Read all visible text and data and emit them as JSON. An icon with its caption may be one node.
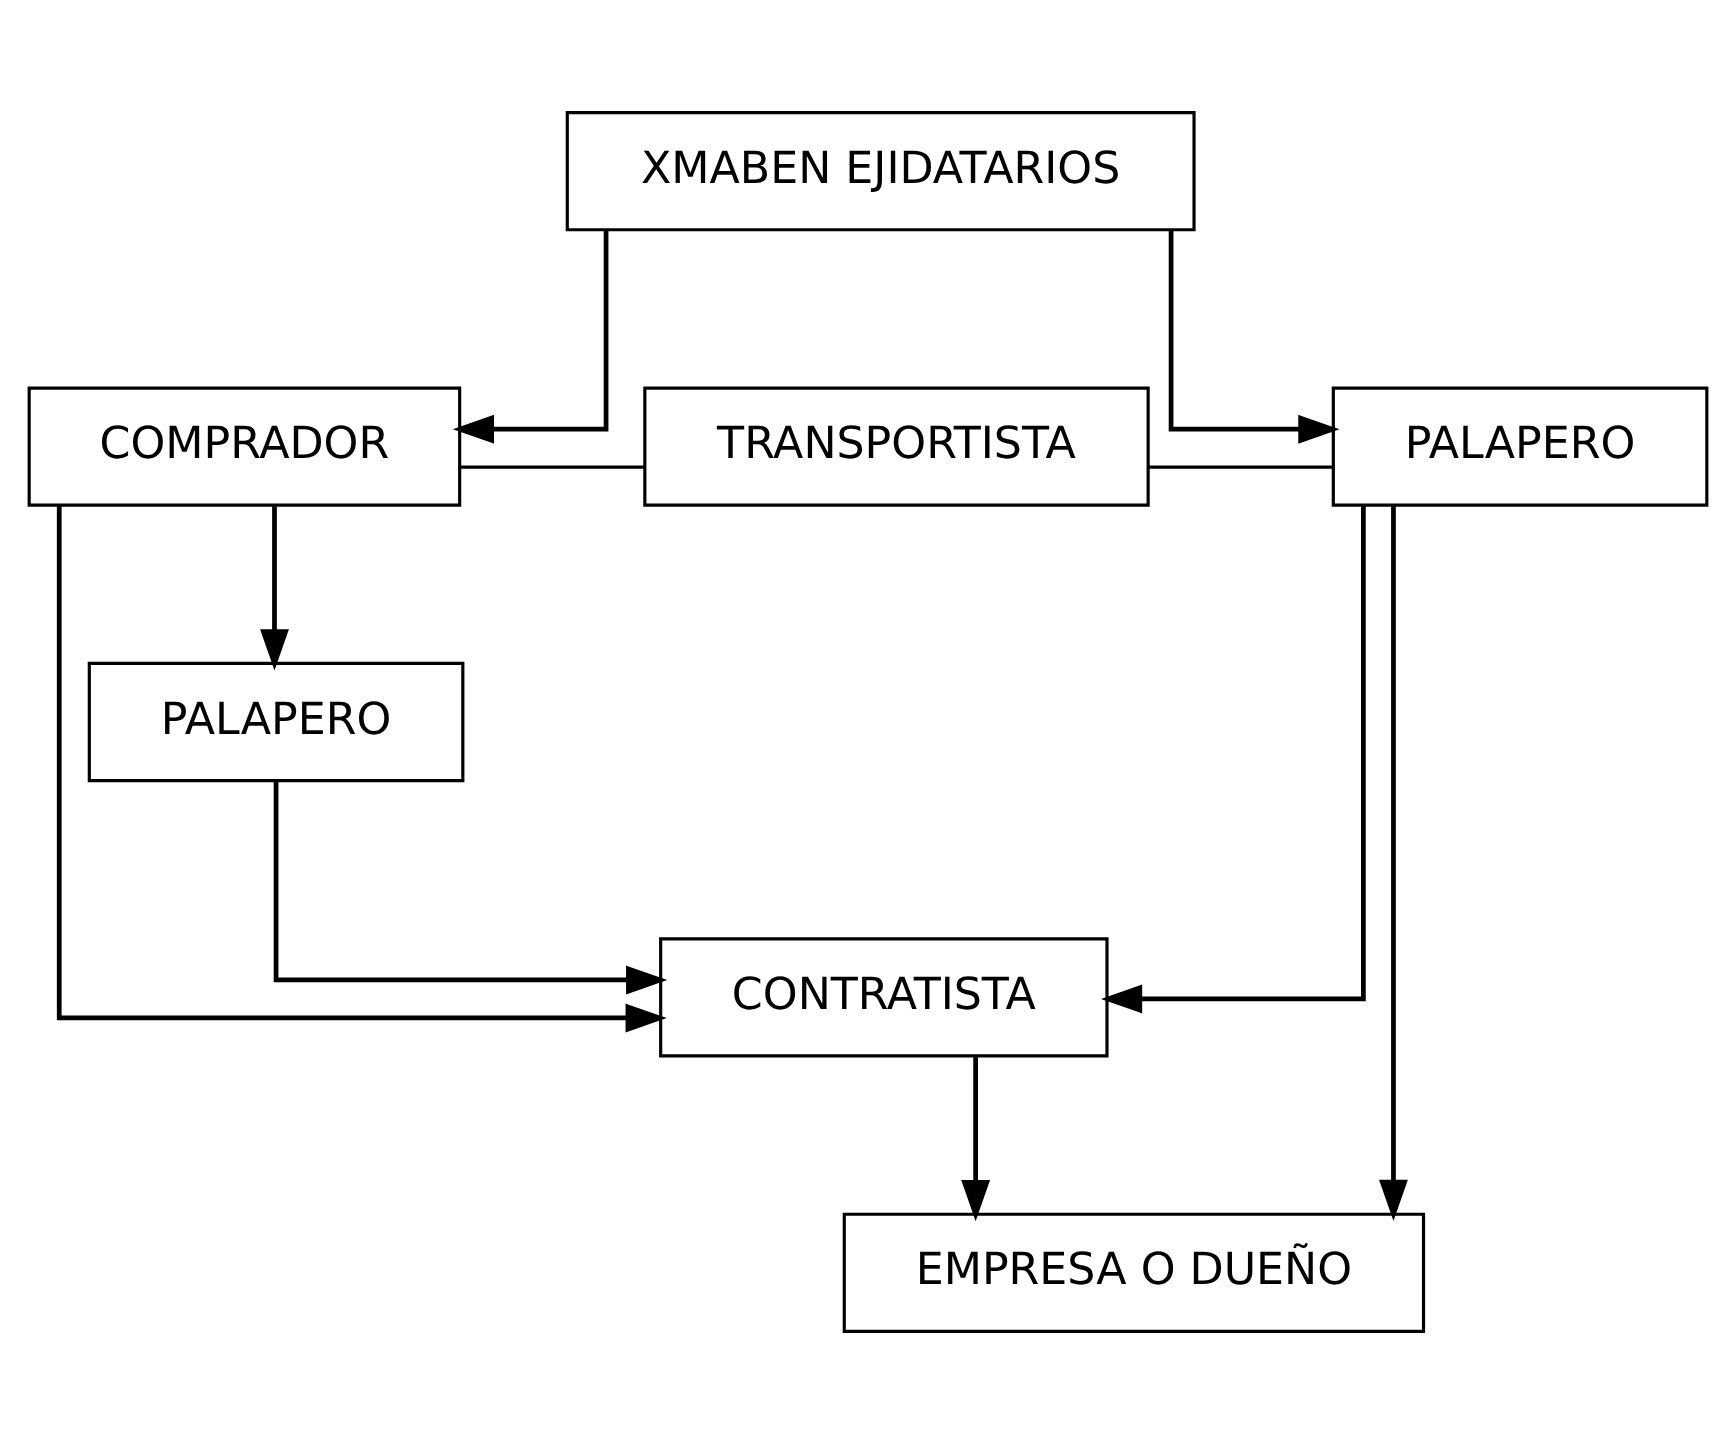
{
  "diagram": {
    "nodes": [
      {
        "text": [
          "XMABEN EJIDATARIOS"
        ]
      },
      {
        "text": [
          "COMPRADOR"
        ]
      },
      {
        "text": [
          "TRANSPORTISTA"
        ]
      },
      {
        "text": [
          "PALAPERO"
        ]
      },
      {
        "text": [
          "PALAPERO"
        ]
      },
      {
        "text": [
          "CONTRATISTA"
        ]
      },
      {
        "text": [
          "EMPRESA O DUEÑO"
        ]
      }
    ],
    "edges": [
      {
        "from": 0,
        "to": 1,
        "arrow": "to"
      },
      {
        "from": 0,
        "to": 3,
        "arrow": "to"
      },
      {
        "from": 1,
        "to": 2,
        "arrow": "none"
      },
      {
        "from": 2,
        "to": 3,
        "arrow": "none"
      },
      {
        "from": 1,
        "to": 4,
        "arrow": "to"
      },
      {
        "from": 1,
        "to": 5,
        "arrow": "to"
      },
      {
        "from": 4,
        "to": 5,
        "arrow": "to"
      },
      {
        "from": 3,
        "to": 5,
        "arrow": "to"
      },
      {
        "from": 5,
        "to": 6,
        "arrow": "to"
      },
      {
        "from": 3,
        "to": 6,
        "arrow": "to"
      }
    ]
  }
}
